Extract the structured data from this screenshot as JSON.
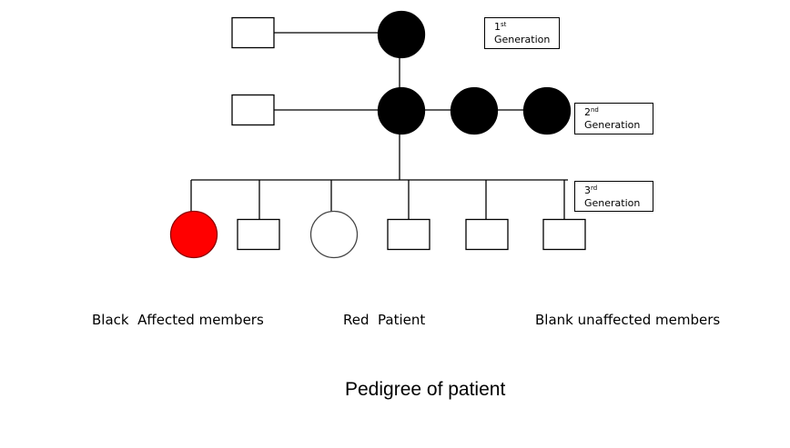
{
  "generation_labels": [
    {
      "number": "1",
      "suffix": "st",
      "word": "Generation"
    },
    {
      "number": "2",
      "suffix": "nd",
      "word": "Generation"
    },
    {
      "number": "3",
      "suffix": "rd",
      "word": "Generation"
    }
  ],
  "legend": {
    "black": "Black  Affected members",
    "red": "Red  Patient",
    "blank": "Blank unaffected members"
  },
  "title": "Pedigree of patient",
  "colors": {
    "affected": "#000000",
    "patient": "#ff0000",
    "unaffected": "#ffffff",
    "line": "#000000"
  },
  "pedigree": {
    "generation_1": [
      {
        "sex": "male",
        "status": "unaffected"
      },
      {
        "sex": "female",
        "status": "affected"
      }
    ],
    "generation_2": [
      {
        "sex": "male",
        "status": "unaffected"
      },
      {
        "sex": "female",
        "status": "affected"
      },
      {
        "sex": "female",
        "status": "affected"
      },
      {
        "sex": "female",
        "status": "affected"
      }
    ],
    "generation_3": [
      {
        "sex": "female",
        "status": "patient"
      },
      {
        "sex": "male",
        "status": "unaffected"
      },
      {
        "sex": "female",
        "status": "unaffected"
      },
      {
        "sex": "male",
        "status": "unaffected"
      },
      {
        "sex": "male",
        "status": "unaffected"
      },
      {
        "sex": "male",
        "status": "unaffected"
      }
    ]
  }
}
